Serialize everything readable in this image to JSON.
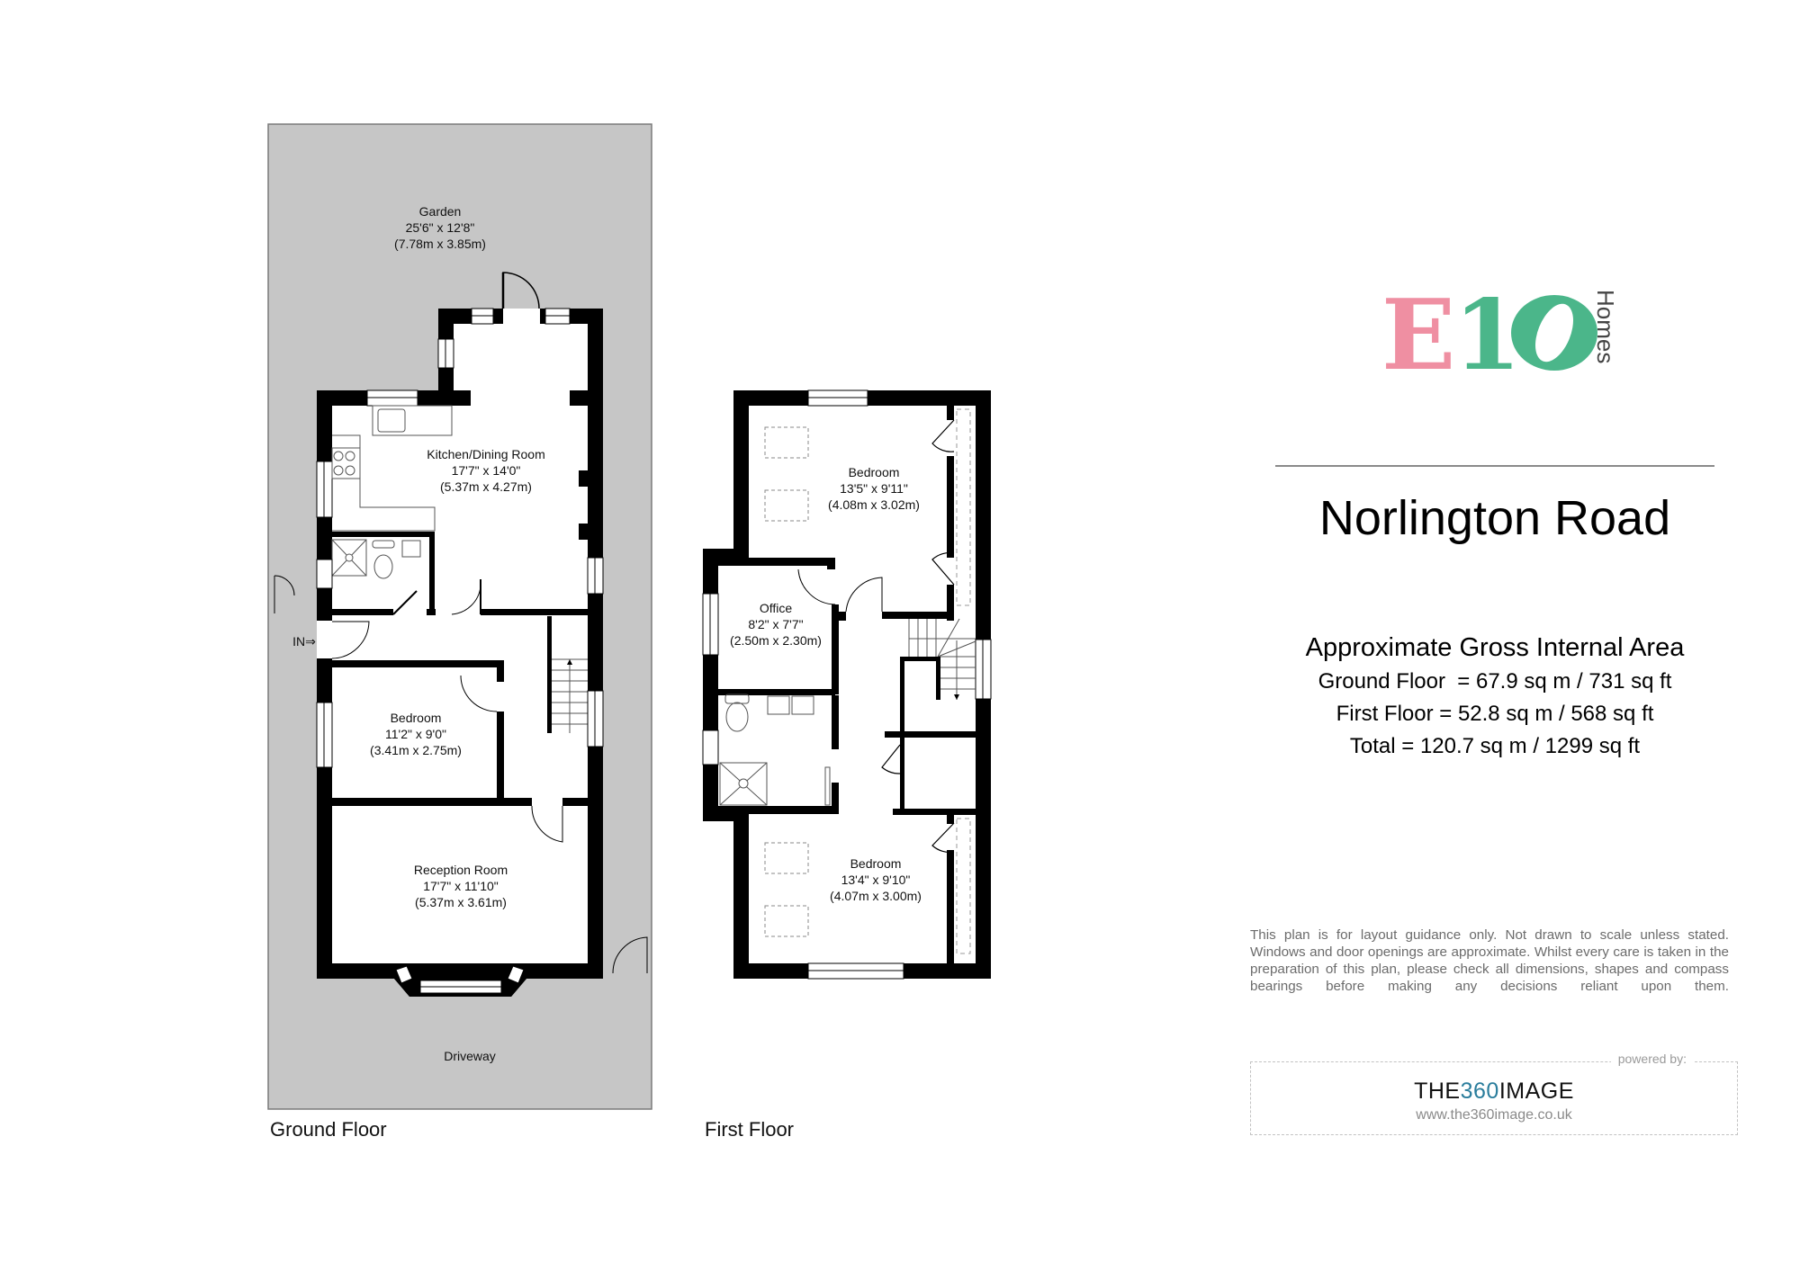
{
  "brand": {
    "logo_letters": "E10",
    "logo_word": "Homes",
    "colors": {
      "e": "#ef8fa2",
      "ten": "#4bb68a",
      "homes": "#444444"
    }
  },
  "property": {
    "title": "Norlington Road"
  },
  "area": {
    "heading": "Approximate Gross Internal Area",
    "rows": [
      {
        "label": "Ground Floor  = 67.9 sq m / 731 sq ft"
      },
      {
        "label": "First Floor = 52.8 sq m / 568 sq ft"
      },
      {
        "label": "Total = 120.7 sq m / 1299 sq ft"
      }
    ]
  },
  "disclaimer": "This plan is for layout guidance only. Not drawn to scale unless stated. Windows and door openings are approximate. Whilst every care is taken in the preparation of this plan, please check all dimensions, shapes and compass bearings before making any decisions reliant upon them.",
  "powered_by": {
    "label": "powered by:",
    "brand_pre": "THE",
    "brand_num": "360",
    "brand_post": "IMAGE",
    "url": "www.the360image.co.uk"
  },
  "ground_floor": {
    "label": "Ground Floor",
    "entrance": "IN",
    "rooms": [
      {
        "name": "Garden",
        "imperial": "25'6\" x 12'8\"",
        "metric": "(7.78m x 3.85m)"
      },
      {
        "name": "Kitchen/Dining Room",
        "imperial": "17'7\" x 14'0\"",
        "metric": "(5.37m x 4.27m)"
      },
      {
        "name": "Bedroom",
        "imperial": "11'2\" x 9'0\"",
        "metric": "(3.41m x 2.75m)"
      },
      {
        "name": "Reception Room",
        "imperial": "17'7\" x 11'10\"",
        "metric": "(5.37m x 3.61m)"
      },
      {
        "name": "Driveway"
      }
    ]
  },
  "first_floor": {
    "label": "First Floor",
    "rooms": [
      {
        "name": "Bedroom",
        "imperial": "13'5\" x 9'11\"",
        "metric": "(4.08m x 3.02m)"
      },
      {
        "name": "Office",
        "imperial": "8'2\" x 7'7\"",
        "metric": "(2.50m x 2.30m)"
      },
      {
        "name": "Bedroom",
        "imperial": "13'4\" x 9'10\"",
        "metric": "(4.07m x 3.00m)"
      }
    ]
  },
  "colors": {
    "wall": "#000000",
    "exterior": "#c6c6c6",
    "interior": "#ffffff"
  }
}
